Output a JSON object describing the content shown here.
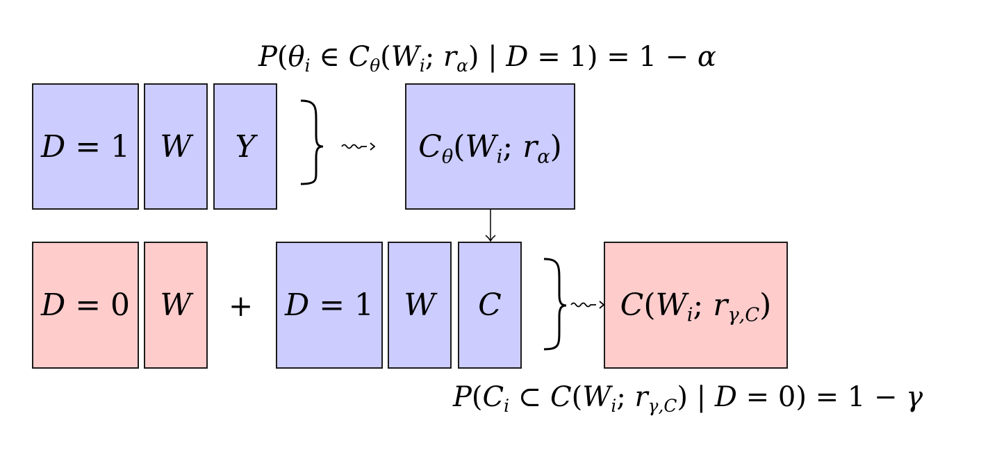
{
  "top_equation": {
    "text": "P(θᵢ ∈ C_θ(Wᵢ; r_α) | D = 1) = 1 − α"
  },
  "bottom_equation": {
    "text": "P(Cᵢ ⊂ C(Wᵢ; r_{γ,C}) | D = 0) = 1 − γ"
  },
  "row1": {
    "boxes": [
      {
        "label": "D = 1"
      },
      {
        "label": "W"
      },
      {
        "label": "Y"
      }
    ],
    "output": {
      "label": "C_θ(Wᵢ; r_α)"
    }
  },
  "row2": {
    "left_boxes": [
      {
        "label": "D = 0"
      },
      {
        "label": "W"
      }
    ],
    "plus": "+",
    "right_boxes": [
      {
        "label": "D = 1"
      },
      {
        "label": "W"
      },
      {
        "label": "C"
      }
    ],
    "output": {
      "label": "C(Wᵢ; r_{γ,C})"
    }
  },
  "colors": {
    "blue_fill": "#ccccff",
    "red_fill": "#ffcccc",
    "stroke": "#1a1a1a"
  },
  "symbols": {
    "leads_to": "⇝",
    "brace": "}"
  }
}
